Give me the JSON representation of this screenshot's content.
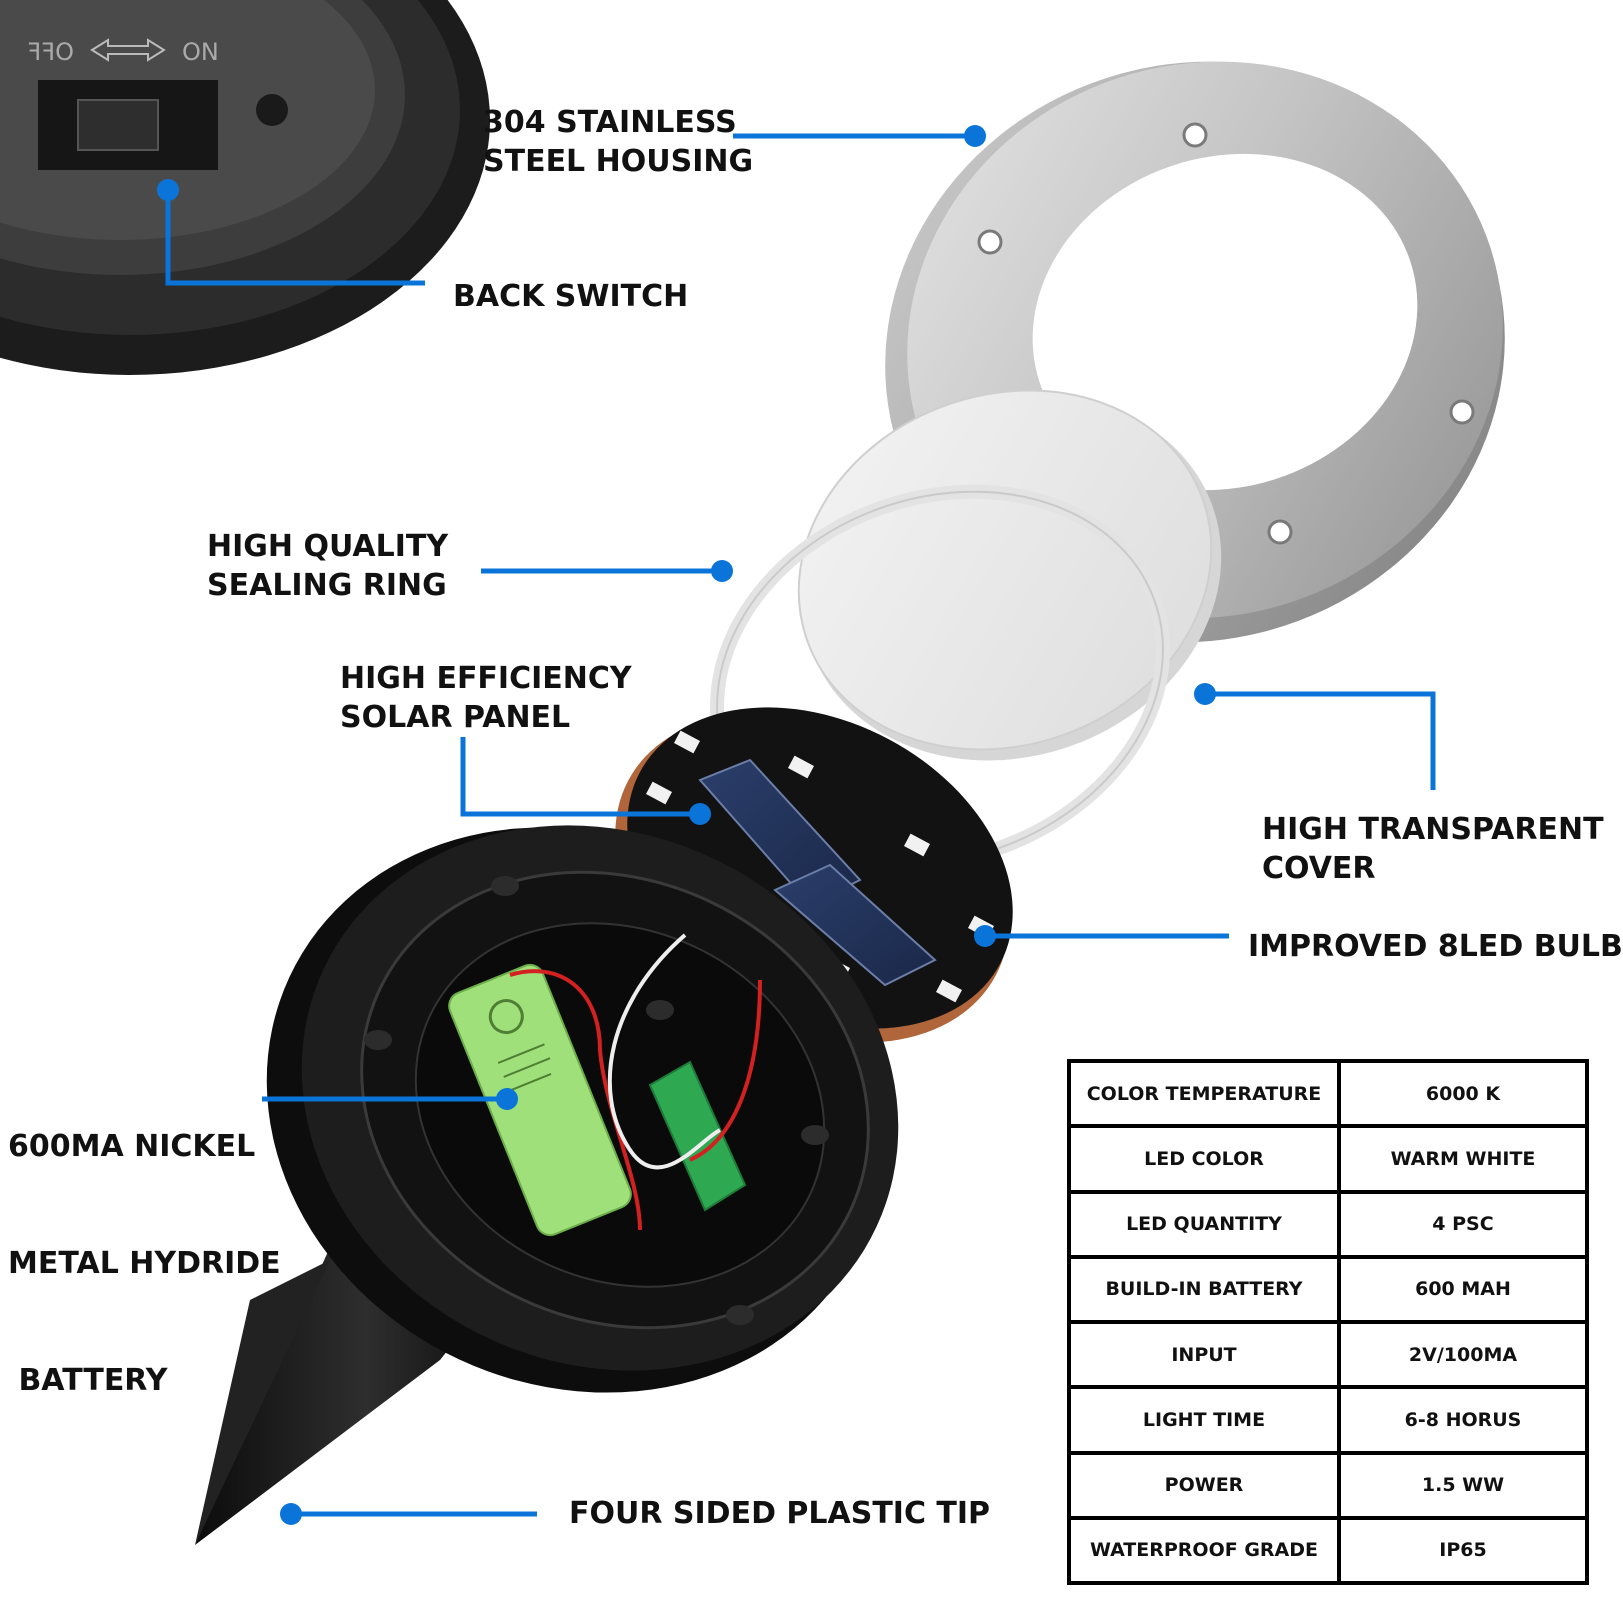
{
  "switch_labels": {
    "off": "OFF",
    "on": "ON"
  },
  "callouts": {
    "housing": [
      "304 STAINLESS",
      "STEEL HOUSING"
    ],
    "back_switch": [
      "BACK SWITCH"
    ],
    "sealing_ring": [
      "HIGH QUALITY",
      "SEALING RING"
    ],
    "solar_panel": [
      "HIGH EFFICIENCY",
      "SOLAR PANEL"
    ],
    "transparent_cover": [
      "HIGH TRANSPARENT",
      "COVER"
    ],
    "led_bulb": [
      "IMPROVED 8LED BULB"
    ],
    "battery": [
      "600MA NICKEL",
      "METAL HYDRIDE",
      " BATTERY"
    ],
    "plastic_tip": [
      "FOUR SIDED PLASTIC TIP"
    ]
  },
  "specs": [
    {
      "key": "COLOR TEMPERATURE",
      "value": "6000 K"
    },
    {
      "key": "LED COLOR",
      "value": "WARM WHITE"
    },
    {
      "key": "LED QUANTITY",
      "value": "4 PSC"
    },
    {
      "key": "BUILD-IN BATTERY",
      "value": "600 MAH"
    },
    {
      "key": "INPUT",
      "value": "2V/100MA"
    },
    {
      "key": "LIGHT TIME",
      "value": "6-8 HORUS"
    },
    {
      "key": "POWER",
      "value": "1.5 WW"
    },
    {
      "key": "WATERPROOF GRADE",
      "value": "IP65"
    }
  ],
  "colors": {
    "callout_blue": "#0a74d9",
    "text": "#111111",
    "steel": "#b9b9b9",
    "plastic": "#141414",
    "battery": "#9fe07a",
    "pcb": "#2fa852"
  }
}
